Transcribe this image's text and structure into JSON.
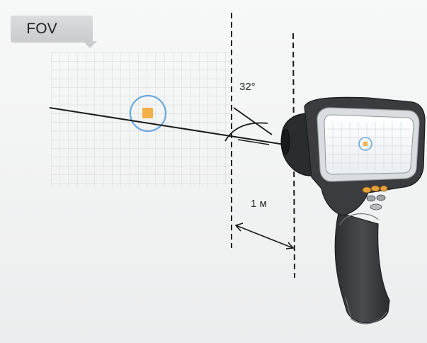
{
  "labels": {
    "fov": "FOV",
    "angle": "32°",
    "distance": "1 м"
  },
  "colors": {
    "grid": "#cfd3d6",
    "target_ring": "#6aa9dc",
    "hot_spot": "#f2b046",
    "camera_body": "#3a3b3d",
    "line": "#1a1a1a"
  }
}
